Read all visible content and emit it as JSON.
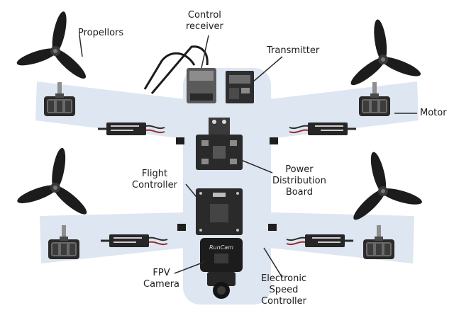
{
  "labels": {
    "propellors": "Propellors",
    "control_receiver": "Control\nreceiver",
    "transmitter": "Transmitter",
    "motor": "Motor",
    "power_distribution_board": "Power\nDistribution\nBoard",
    "flight_controller": "Flight\nController",
    "fpv_camera": "FPV\nCamera",
    "electronic_speed_controller": "Electronic\nSpeed\nController"
  },
  "camera_brand": "RunCam",
  "colors": {
    "frame": "#dde6f1",
    "dark_part": "#1c1c1c",
    "board": "#2a2a2a",
    "leader_line": "#2b2b2b"
  }
}
